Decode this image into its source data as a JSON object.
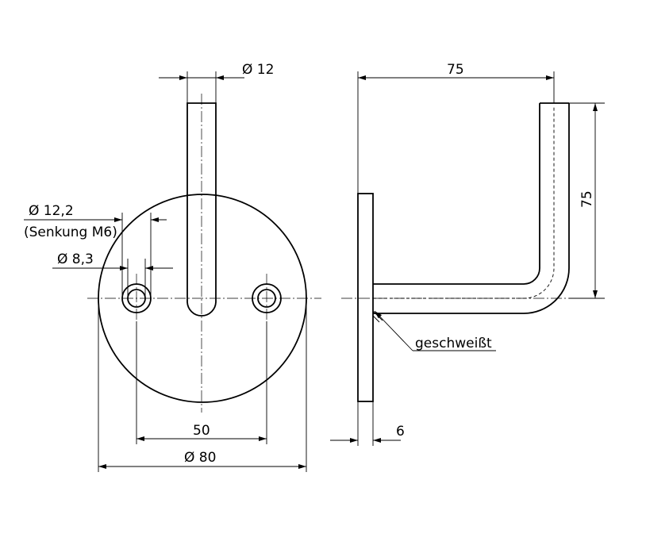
{
  "dimensions": {
    "tube_diameter": "Ø 12",
    "hole_counterbore_diameter": "Ø 12,2",
    "hole_counterbore_note": "(Senkung M6)",
    "hole_diameter": "Ø 8,3",
    "hole_spacing": "50",
    "plate_diameter": "Ø 80",
    "horizontal_length": "75",
    "vertical_length": "75",
    "plate_thickness": "6"
  },
  "annotations": {
    "weld_note": "geschweißt"
  },
  "colors": {
    "line": "#000000",
    "background": "#ffffff"
  }
}
